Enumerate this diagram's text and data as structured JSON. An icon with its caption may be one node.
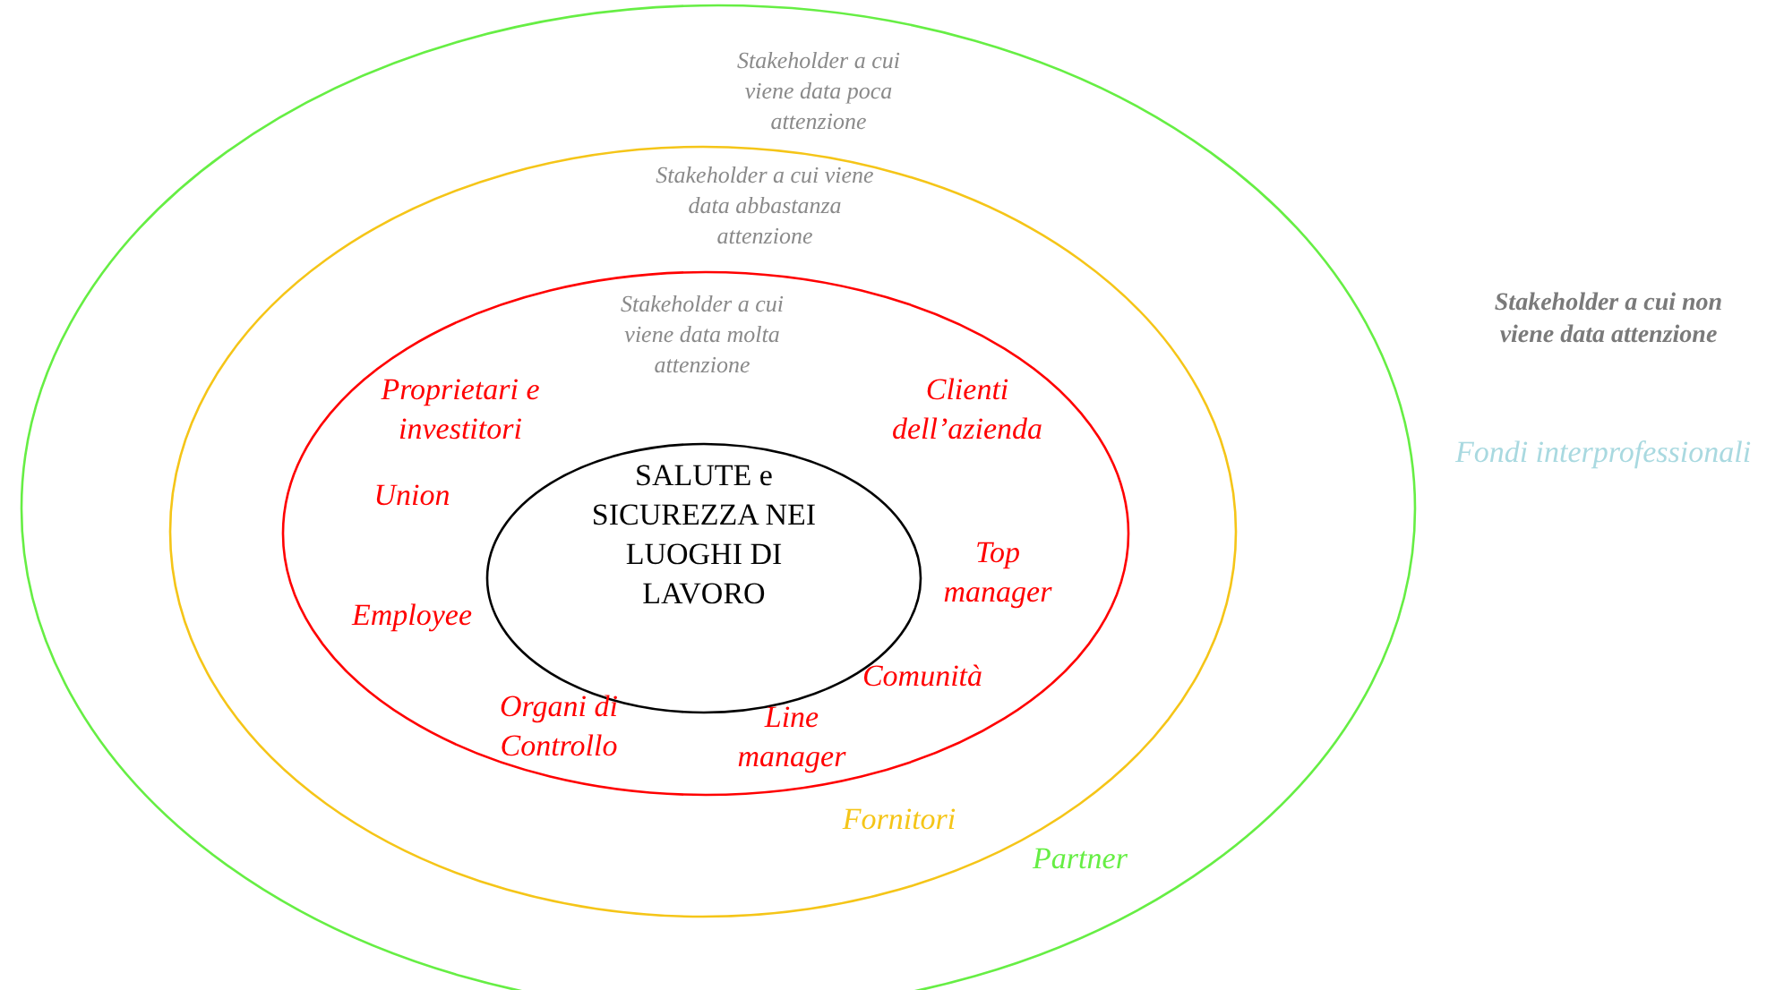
{
  "diagram": {
    "nodes": [
      {
        "text": [
          "Stakeholder a cui viene data poca attenzione",
          "Partner"
        ]
      },
      {
        "text": [
          "Stakeholder a cui viene data abbastanza attenzione",
          "Fornitori"
        ],
        "in": 0
      },
      {
        "text": [
          "Stakeholder a cui viene data molta attenzione",
          "Proprietari e investitori",
          "Clienti dell’azienda",
          "Union",
          "Top manager",
          "Employee",
          "Comunità",
          "Organi di Controllo",
          "Line manager"
        ],
        "in": 1
      },
      {
        "text": [
          "SALUTE e SICUREZZA NEI LUOGHI DI LAVORO"
        ],
        "in": 2
      }
    ],
    "labels": [
      "Stakeholder a cui non viene data attenzione",
      "Fondi interprofessionali"
    ]
  }
}
